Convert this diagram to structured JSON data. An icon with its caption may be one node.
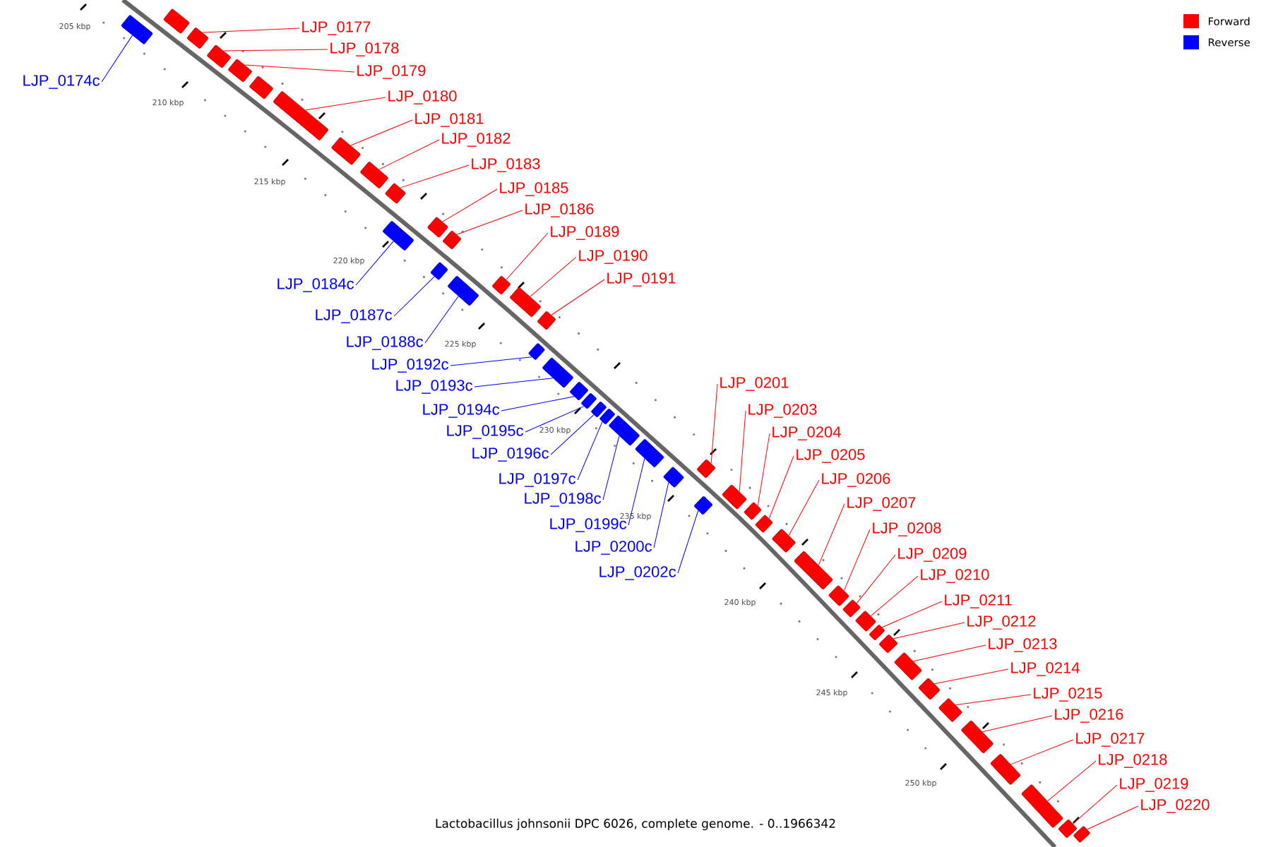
{
  "diagram": {
    "caption": "Lactobacillus johnsonii DPC 6026, complete genome. - 0..1966342",
    "nodes": [
      {
        "text": [
          "LJP_0174c"
        ]
      },
      {
        "text": [],
        "shape": "box"
      },
      {
        "text": [
          "LJP_0177"
        ]
      },
      {
        "text": [],
        "shape": "box"
      },
      {
        "text": [
          "LJP_0178"
        ]
      },
      {
        "text": [],
        "shape": "box"
      },
      {
        "text": [
          "LJP_0179"
        ]
      },
      {
        "text": [],
        "shape": "box"
      },
      {
        "text": [
          "LJP_0180"
        ]
      },
      {
        "text": [],
        "shape": "box"
      },
      {
        "text": [
          "LJP_0181"
        ]
      },
      {
        "text": [],
        "shape": "box"
      },
      {
        "text": [
          "LJP_0182"
        ]
      },
      {
        "text": [],
        "shape": "box"
      },
      {
        "text": [
          "LJP_0183"
        ]
      },
      {
        "text": [],
        "shape": "box"
      },
      {
        "text": [
          "LJP_0184c"
        ]
      },
      {
        "text": [],
        "shape": "box"
      },
      {
        "text": [
          "LJP_0185"
        ]
      },
      {
        "text": [],
        "shape": "box"
      },
      {
        "text": [
          "LJP_0186"
        ]
      },
      {
        "text": [],
        "shape": "box"
      },
      {
        "text": [
          "LJP_0187c"
        ]
      },
      {
        "text": [],
        "shape": "box"
      },
      {
        "text": [
          "LJP_0188c"
        ]
      },
      {
        "text": [],
        "shape": "box"
      },
      {
        "text": [
          "LJP_0189"
        ]
      },
      {
        "text": [],
        "shape": "box"
      },
      {
        "text": [
          "LJP_0190"
        ]
      },
      {
        "text": [],
        "shape": "box"
      },
      {
        "text": [
          "LJP_0191"
        ]
      },
      {
        "text": [],
        "shape": "box"
      },
      {
        "text": [
          "LJP_0192c"
        ]
      },
      {
        "text": [],
        "shape": "box"
      },
      {
        "text": [
          "LJP_0193c"
        ]
      },
      {
        "text": [],
        "shape": "box"
      },
      {
        "text": [
          "LJP_0194c"
        ]
      },
      {
        "text": [],
        "shape": "box"
      },
      {
        "text": [
          "LJP_0195c"
        ]
      },
      {
        "text": [],
        "shape": "box"
      },
      {
        "text": [
          "LJP_0196c"
        ]
      },
      {
        "text": [],
        "shape": "box"
      },
      {
        "text": [
          "LJP_0197c"
        ]
      },
      {
        "text": [],
        "shape": "box"
      },
      {
        "text": [
          "LJP_0198c"
        ]
      },
      {
        "text": [],
        "shape": "box"
      },
      {
        "text": [
          "LJP_0199c"
        ]
      },
      {
        "text": [],
        "shape": "box"
      },
      {
        "text": [
          "LJP_0200c"
        ]
      },
      {
        "text": [],
        "shape": "box"
      },
      {
        "text": [
          "LJP_0201"
        ]
      },
      {
        "text": [],
        "shape": "box"
      },
      {
        "text": [
          "LJP_0202c"
        ]
      },
      {
        "text": [],
        "shape": "box"
      },
      {
        "text": [
          "LJP_0203"
        ]
      },
      {
        "text": [],
        "shape": "box"
      },
      {
        "text": [
          "LJP_0204"
        ]
      },
      {
        "text": [],
        "shape": "box"
      },
      {
        "text": [
          "LJP_0205"
        ]
      },
      {
        "text": [],
        "shape": "box"
      },
      {
        "text": [
          "LJP_0206"
        ]
      },
      {
        "text": [],
        "shape": "box"
      },
      {
        "text": [
          "LJP_0207"
        ]
      },
      {
        "text": [],
        "shape": "box"
      },
      {
        "text": [
          "LJP_0208"
        ]
      },
      {
        "text": [],
        "shape": "box"
      },
      {
        "text": [
          "LJP_0209"
        ]
      },
      {
        "text": [],
        "shape": "box"
      },
      {
        "text": [
          "LJP_0210"
        ]
      },
      {
        "text": [],
        "shape": "box"
      },
      {
        "text": [
          "LJP_0211"
        ]
      },
      {
        "text": [],
        "shape": "box"
      },
      {
        "text": [
          "LJP_0212"
        ]
      },
      {
        "text": [],
        "shape": "box"
      },
      {
        "text": [
          "LJP_0213"
        ]
      },
      {
        "text": [],
        "shape": "box"
      },
      {
        "text": [
          "LJP_0214"
        ]
      },
      {
        "text": [],
        "shape": "box"
      },
      {
        "text": [
          "LJP_0215"
        ]
      },
      {
        "text": [],
        "shape": "box"
      },
      {
        "text": [
          "LJP_0216"
        ]
      },
      {
        "text": [],
        "shape": "box"
      },
      {
        "text": [
          "LJP_0217"
        ]
      },
      {
        "text": [],
        "shape": "box"
      },
      {
        "text": [
          "LJP_0218"
        ]
      },
      {
        "text": [],
        "shape": "box"
      },
      {
        "text": [
          "LJP_0219"
        ]
      },
      {
        "text": [],
        "shape": "box"
      },
      {
        "text": [
          "LJP_0220"
        ]
      },
      {
        "text": [],
        "shape": "box"
      },
      {
        "text": [],
        "shape": "box"
      },
      {
        "text": [],
        "shape": "box"
      }
    ],
    "edges": [
      {
        "from": 0,
        "to": 1,
        "arrow": "none",
        "color": "#0000ff"
      },
      {
        "from": 2,
        "to": 3,
        "arrow": "none"
      },
      {
        "from": 4,
        "to": 5,
        "arrow": "none"
      },
      {
        "from": 6,
        "to": 7,
        "arrow": "none"
      },
      {
        "from": 8,
        "to": 9,
        "arrow": "none"
      },
      {
        "from": 10,
        "to": 11,
        "arrow": "none"
      },
      {
        "from": 12,
        "to": 13,
        "arrow": "none"
      },
      {
        "from": 14,
        "to": 15,
        "arrow": "none"
      },
      {
        "from": 16,
        "to": 17,
        "arrow": "none",
        "color": "#0000ff"
      },
      {
        "from": 18,
        "to": 19,
        "arrow": "none"
      },
      {
        "from": 20,
        "to": 21,
        "arrow": "none"
      },
      {
        "from": 22,
        "to": 23,
        "arrow": "none",
        "color": "#0000ff"
      },
      {
        "from": 24,
        "to": 25,
        "arrow": "none",
        "color": "#0000ff"
      },
      {
        "from": 26,
        "to": 27,
        "arrow": "none"
      },
      {
        "from": 28,
        "to": 29,
        "arrow": "none"
      },
      {
        "from": 30,
        "to": 31,
        "arrow": "none"
      },
      {
        "from": 32,
        "to": 33,
        "arrow": "none",
        "color": "#0000ff"
      },
      {
        "from": 34,
        "to": 35,
        "arrow": "none",
        "color": "#0000ff"
      },
      {
        "from": 36,
        "to": 37,
        "arrow": "none",
        "color": "#0000ff"
      },
      {
        "from": 38,
        "to": 39,
        "arrow": "none",
        "color": "#0000ff"
      },
      {
        "from": 40,
        "to": 41,
        "arrow": "none",
        "color": "#0000ff"
      },
      {
        "from": 42,
        "to": 43,
        "arrow": "none",
        "color": "#0000ff"
      },
      {
        "from": 44,
        "to": 45,
        "arrow": "none",
        "color": "#0000ff"
      },
      {
        "from": 46,
        "to": 47,
        "arrow": "none",
        "color": "#0000ff"
      },
      {
        "from": 48,
        "to": 49,
        "arrow": "none",
        "color": "#0000ff"
      },
      {
        "from": 50,
        "to": 51,
        "arrow": "none"
      },
      {
        "from": 52,
        "to": 53,
        "arrow": "none",
        "color": "#0000ff"
      },
      {
        "from": 54,
        "to": 55,
        "arrow": "none"
      },
      {
        "from": 56,
        "to": 57,
        "arrow": "none"
      },
      {
        "from": 58,
        "to": 59,
        "arrow": "none"
      },
      {
        "from": 60,
        "to": 61,
        "arrow": "none"
      },
      {
        "from": 62,
        "to": 63,
        "arrow": "none"
      },
      {
        "from": 64,
        "to": 65,
        "arrow": "none"
      },
      {
        "from": 66,
        "to": 67,
        "arrow": "none"
      },
      {
        "from": 68,
        "to": 69,
        "arrow": "none"
      },
      {
        "from": 70,
        "to": 71,
        "arrow": "none"
      },
      {
        "from": 72,
        "to": 73,
        "arrow": "none"
      },
      {
        "from": 74,
        "to": 75,
        "arrow": "none"
      },
      {
        "from": 76,
        "to": 77,
        "arrow": "none"
      },
      {
        "from": 78,
        "to": 79,
        "arrow": "none"
      },
      {
        "from": 80,
        "to": 81,
        "arrow": "none"
      },
      {
        "from": 82,
        "to": 83,
        "arrow": "none"
      },
      {
        "from": 84,
        "to": 85,
        "arrow": "none"
      },
      {
        "from": 86,
        "to": 87,
        "arrow": "none"
      },
      {
        "from": 88,
        "to": 89,
        "arrow": "none"
      }
    ],
    "labels": [
      "205 kbp",
      "210 kbp",
      "215 kbp",
      "220 kbp",
      "225 kbp",
      "230 kbp",
      "235 kbp",
      "240 kbp",
      "245 kbp",
      "250 kbp"
    ],
    "legend": [
      {
        "text": "Forward",
        "color": "#ff0000"
      },
      {
        "text": "Reverse",
        "color": "#0000ff"
      }
    ]
  }
}
